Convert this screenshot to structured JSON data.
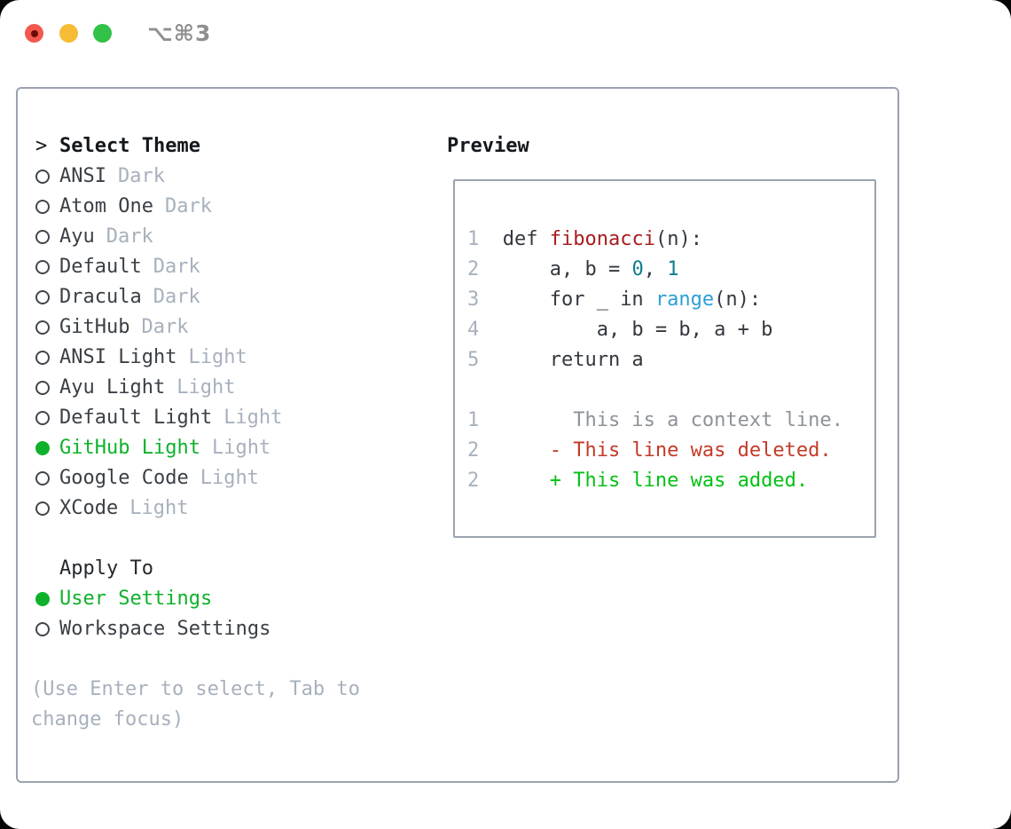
{
  "window": {
    "shortcut": "⌥⌘3",
    "traffic_lights": [
      "close",
      "minimize",
      "zoom"
    ]
  },
  "colors": {
    "traffic_red": "#f2594e",
    "traffic_red_dot": "#6b0b06",
    "traffic_yellow": "#f6bc35",
    "traffic_green": "#31c247",
    "border_gray": "#9aa3ae",
    "accent_green": "#0fb12a",
    "muted_gray": "#a7b1bd",
    "function_red": "#a81d1f",
    "number_teal": "#0e7e8a",
    "builtin_blue": "#2e9ed5",
    "context_gray": "#8d9399",
    "deleted_red": "#c43a27",
    "added_green": "#04c114"
  },
  "theme_picker": {
    "title_marker": ">",
    "title": "Select Theme",
    "themes": [
      {
        "name": "ANSI",
        "variant": "Dark",
        "selected": false
      },
      {
        "name": "Atom One",
        "variant": "Dark",
        "selected": false
      },
      {
        "name": "Ayu",
        "variant": "Dark",
        "selected": false
      },
      {
        "name": "Default",
        "variant": "Dark",
        "selected": false
      },
      {
        "name": "Dracula",
        "variant": "Dark",
        "selected": false
      },
      {
        "name": "GitHub",
        "variant": "Dark",
        "selected": false
      },
      {
        "name": "ANSI Light",
        "variant": "Light",
        "selected": false
      },
      {
        "name": "Ayu Light",
        "variant": "Light",
        "selected": false
      },
      {
        "name": "Default Light",
        "variant": "Light",
        "selected": false
      },
      {
        "name": "GitHub Light",
        "variant": "Light",
        "selected": true
      },
      {
        "name": "Google Code",
        "variant": "Light",
        "selected": false
      },
      {
        "name": "XCode",
        "variant": "Light",
        "selected": false
      }
    ],
    "apply_to": {
      "title": "Apply To",
      "options": [
        {
          "label": "User Settings",
          "selected": true
        },
        {
          "label": "Workspace Settings",
          "selected": false
        }
      ]
    },
    "hint_lines": [
      "(Use Enter to select, Tab to",
      "change focus)"
    ]
  },
  "preview": {
    "title": "Preview",
    "lines": [
      {
        "num": "1",
        "segments": [
          {
            "text": "  def ",
            "color": "default"
          },
          {
            "text": "fibonacci",
            "color": "function"
          },
          {
            "text": "(n):",
            "color": "default"
          }
        ]
      },
      {
        "num": "2",
        "segments": [
          {
            "text": "      a, b = ",
            "color": "default"
          },
          {
            "text": "0",
            "color": "number"
          },
          {
            "text": ", ",
            "color": "default"
          },
          {
            "text": "1",
            "color": "number"
          }
        ]
      },
      {
        "num": "3",
        "segments": [
          {
            "text": "      for _ in ",
            "color": "default"
          },
          {
            "text": "range",
            "color": "builtin"
          },
          {
            "text": "(n):",
            "color": "default"
          }
        ]
      },
      {
        "num": "4",
        "segments": [
          {
            "text": "          a, b = b, a + b",
            "color": "default"
          }
        ]
      },
      {
        "num": "5",
        "segments": [
          {
            "text": "      return a",
            "color": "default"
          }
        ]
      },
      {
        "num": "",
        "segments": []
      },
      {
        "num": "1",
        "segments": [
          {
            "text": "        This is a context line.",
            "color": "context"
          }
        ]
      },
      {
        "num": "2",
        "segments": [
          {
            "text": "      - This line was deleted.",
            "color": "deleted"
          }
        ]
      },
      {
        "num": "2",
        "segments": [
          {
            "text": "      + This line was added.",
            "color": "added"
          }
        ]
      }
    ]
  }
}
